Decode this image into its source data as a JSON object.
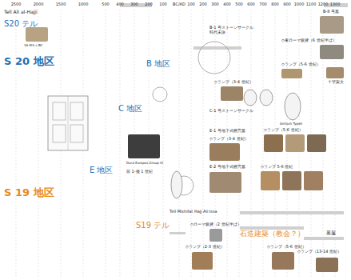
{
  "diagram": {
    "labels": [
      "2500",
      "2000",
      "1500",
      "1000",
      "500",
      "400",
      "300",
      "200",
      "100",
      "BC/AD",
      "100",
      "200",
      "300",
      "400",
      "500",
      "600",
      "700",
      "800",
      "900",
      "1000",
      "1100",
      "1200",
      "1300",
      "Tell Ali al-Hajji",
      "S20 テル",
      "16-9th c.BC",
      "S 20 地区",
      "B 地区",
      "C 地区",
      "E 地区",
      "S 19 地区",
      "B-1 号ストーンサークル 時代未決",
      "B-8 号墓",
      "◇東ローマ銀貨（6 世紀半ば）",
      "◇ランプ（5-6 世紀）",
      "◇ランプ（3-4 世紀）",
      "十字架文",
      "C-1 号ストーンサークル",
      "Antioch TypeII",
      "E-1 号地下式横穴墓",
      "Dura-Europos Group IV",
      "前 1-後 1 世紀",
      "◇ランプ（3-4 世紀）",
      "◇ランプ（5-6 世紀）",
      "E-2 号地下式横穴墓",
      "◇ランプ 5-6 世紀",
      "Tell Mishifat Hajj Ali Issa",
      "S19 テル",
      "◇ローマ銀貨（2 世紀半ば）",
      "◇ランプ（2-3 世紀）",
      "石造建築（教会？）",
      "◇ランプ（5-6 世紀）",
      "墓屋",
      "◇ランプ（13-14 世紀）"
    ]
  }
}
